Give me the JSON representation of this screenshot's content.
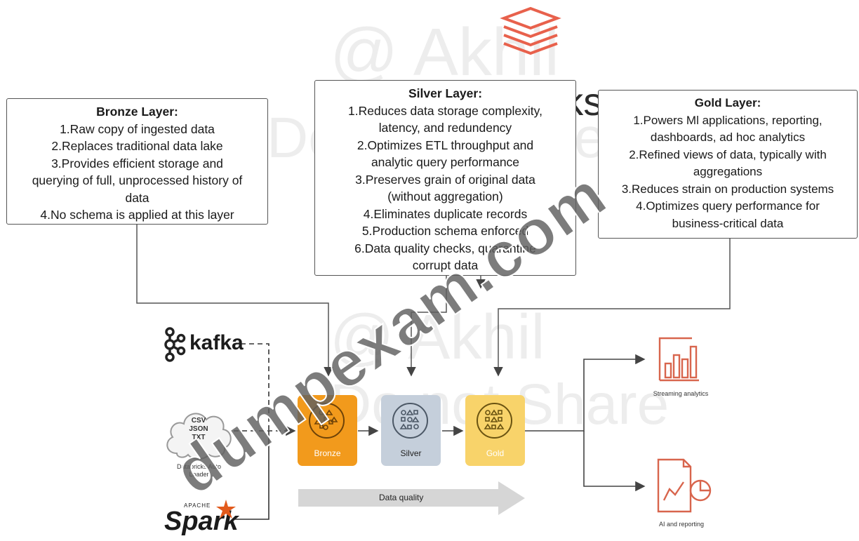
{
  "databricks_logo": {
    "text": "databricks",
    "brand_color": "#e8614c"
  },
  "bronze_box": {
    "title": "Bronze Layer:",
    "lines": [
      "1.Raw copy of ingested data",
      "2.Replaces traditional data lake",
      "3.Provides efficient storage and",
      "querying of full, unprocessed history of",
      "data",
      "4.No schema is applied at this layer"
    ]
  },
  "silver_box": {
    "title": "Silver Layer:",
    "lines": [
      "1.Reduces data storage complexity,",
      "latency, and redundency",
      "2.Optimizes ETL throughput and",
      "analytic query performance",
      "3.Preserves grain of original data",
      "(without aggregation)",
      "4.Eliminates duplicate records",
      "5.Production schema enforced",
      "6.Data quality checks, quarantine",
      "corrupt data"
    ]
  },
  "gold_box": {
    "title": "Gold Layer:",
    "lines": [
      "1.Powers Ml applications, reporting,",
      "dashboards, ad hoc analytics",
      "2.Refined views of data, typically with",
      "aggregations",
      "3.Reduces strain on production systems",
      "4.Optimizes query performance for",
      "business-critical data"
    ]
  },
  "sources": {
    "kafka": "kafka",
    "cloud_lines": [
      "CSV",
      "JSON",
      "TXT"
    ],
    "autoloader": [
      "Databricks Auto",
      "Loader"
    ],
    "spark_small": "APACHE",
    "spark": "Spark"
  },
  "layers": {
    "bronze": {
      "label": "Bronze",
      "color": "#f29a1c"
    },
    "silver": {
      "label": "Silver",
      "color": "#c5cfdb"
    },
    "gold": {
      "label": "Gold",
      "color": "#f8d36a"
    }
  },
  "data_quality": "Data quality",
  "outputs": {
    "streaming": "Streaming analytics",
    "ai": "AI and reporting"
  },
  "watermarks": {
    "main": "dumpexam.com",
    "top_name": "@ Akhil",
    "top_sub": "Do not Share",
    "mid_name": "@ Akhil",
    "mid_sub": "Do not Share"
  }
}
